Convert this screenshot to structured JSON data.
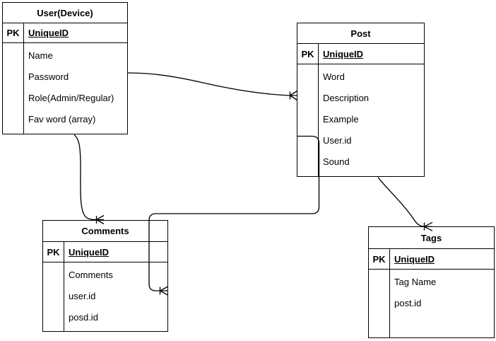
{
  "diagram": {
    "type": "entity-relationship",
    "colors": {
      "line": "#000000",
      "shape_fill": "#ffffff",
      "text": "#000000",
      "background": "#ffffff"
    },
    "tables": [
      {
        "name": "User(Device)",
        "pk_label": "PK",
        "pk_field": "UniqueID",
        "fields": [
          "Name",
          "Password",
          "Role(Admin/Regular)",
          "Fav word (array)"
        ]
      },
      {
        "name": "Post",
        "pk_label": "PK",
        "pk_field": "UniqueID",
        "fields": [
          "Word",
          "Description",
          "Example",
          "User.id",
          "Sound"
        ]
      },
      {
        "name": "Comments",
        "pk_label": "PK",
        "pk_field": "UniqueID",
        "fields": [
          "Comments",
          "user.id",
          "posd.id"
        ]
      },
      {
        "name": "Tags",
        "pk_label": "PK",
        "pk_field": "UniqueID",
        "fields": [
          "Tag Name",
          "post.id"
        ]
      }
    ],
    "relationships": [
      {
        "from": "User(Device)",
        "to": "Post",
        "notation": "crows-foot",
        "many_end": "Post"
      },
      {
        "from": "User(Device)",
        "to": "Comments",
        "notation": "crows-foot",
        "many_end": "Comments"
      },
      {
        "from": "Post",
        "to": "Comments",
        "notation": "crows-foot",
        "many_end": "Comments"
      },
      {
        "from": "Post",
        "to": "Tags",
        "notation": "crows-foot",
        "many_end": "Tags"
      }
    ]
  }
}
